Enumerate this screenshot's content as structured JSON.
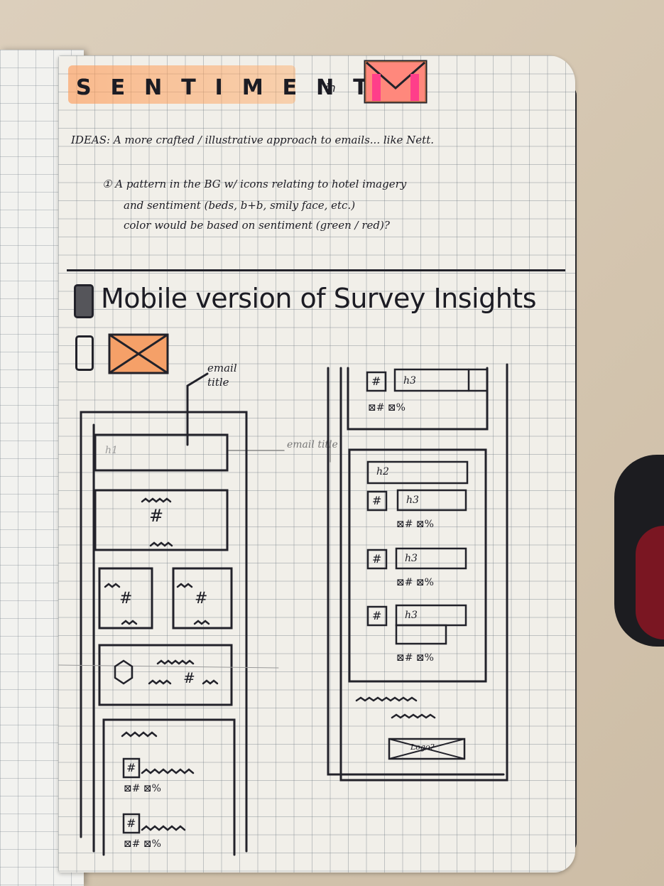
{
  "page": {
    "title_word": "SENTIMENT",
    "title_connector": "in",
    "logo_icon": "gmail-logo",
    "accent_color": "#f79556",
    "highlight_pink": "#ff6fb0",
    "ideas_line": "IDEAS: A more crafted / illustrative approach to emails... like Nett.",
    "idea_1_line1": "① A pattern in the BG w/ icons relating to hotel imagery",
    "idea_1_line2": "and sentiment (beds, b+b, smily face, etc.)",
    "idea_1_line3": "color would be based on sentiment (green / red)?",
    "section_heading": "Mobile version of Survey Insights",
    "annotation_email_title": "email title",
    "annotation_email_title_faint": "email title",
    "left_wire": {
      "h1_label": "h1",
      "hash": "#"
    },
    "right_wire": {
      "h2_label": "h2",
      "h3_label": "h3",
      "hash": "#",
      "stat_line": "⊠# ⊠%",
      "logo_label": "Logo?"
    }
  }
}
